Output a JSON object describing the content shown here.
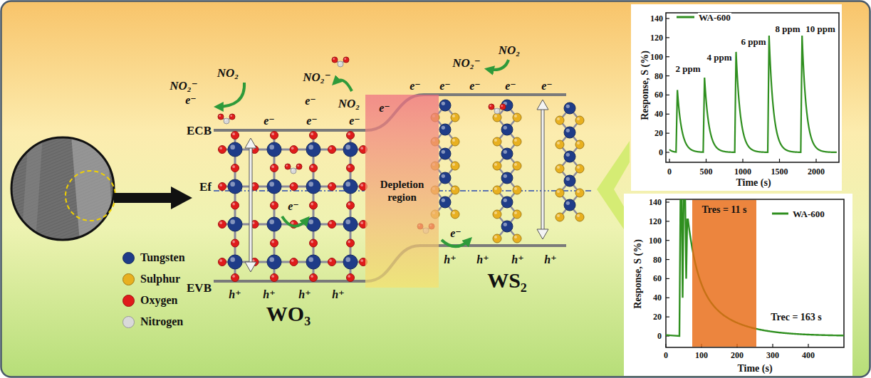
{
  "diagram": {
    "nodes": [
      {
        "text": [
          "Depletion region"
        ]
      },
      {
        "text": [
          "Tres = 11 s"
        ]
      }
    ],
    "labels": [
      "NO₂⁻",
      "e⁻",
      "NO₂",
      "NO₂⁻",
      "e⁻",
      "NO₂",
      "NO₂⁻",
      "NO₂",
      "e⁻",
      "e⁻",
      "e⁻",
      "e⁻",
      "e⁻",
      "e⁻",
      "e⁻",
      "e⁻",
      "e⁻",
      "ECB",
      "Ef",
      "EVB",
      "e⁻",
      "e⁻",
      "h⁺",
      "h⁺",
      "h⁺",
      "h⁺",
      "h⁺",
      "h⁺",
      "h⁺",
      "h⁺",
      "WO₃",
      "WS₂",
      "WA-600",
      "2 ppm",
      "4 ppm",
      "6 ppm",
      "8 ppm",
      "10 ppm",
      "0",
      "20",
      "40",
      "60",
      "80",
      "100",
      "120",
      "140",
      "0",
      "500",
      "1000",
      "1500",
      "2000",
      "Time (s)",
      "Response, S (%)",
      "WA-600",
      "0",
      "20",
      "40",
      "60",
      "80",
      "100",
      "120",
      "140",
      "0",
      "100",
      "200",
      "300",
      "400",
      "Time (s)",
      "Response, S (%)",
      "Trec = 163 s"
    ],
    "legend": [
      {
        "text": "Tungsten",
        "color": "#1f3c88"
      },
      {
        "text": "Sulphur",
        "color": "#e8b020"
      },
      {
        "text": "Oxygen",
        "color": "#e01b1b"
      },
      {
        "text": "Nitrogen",
        "color": "#d9d9d9"
      }
    ]
  }
}
